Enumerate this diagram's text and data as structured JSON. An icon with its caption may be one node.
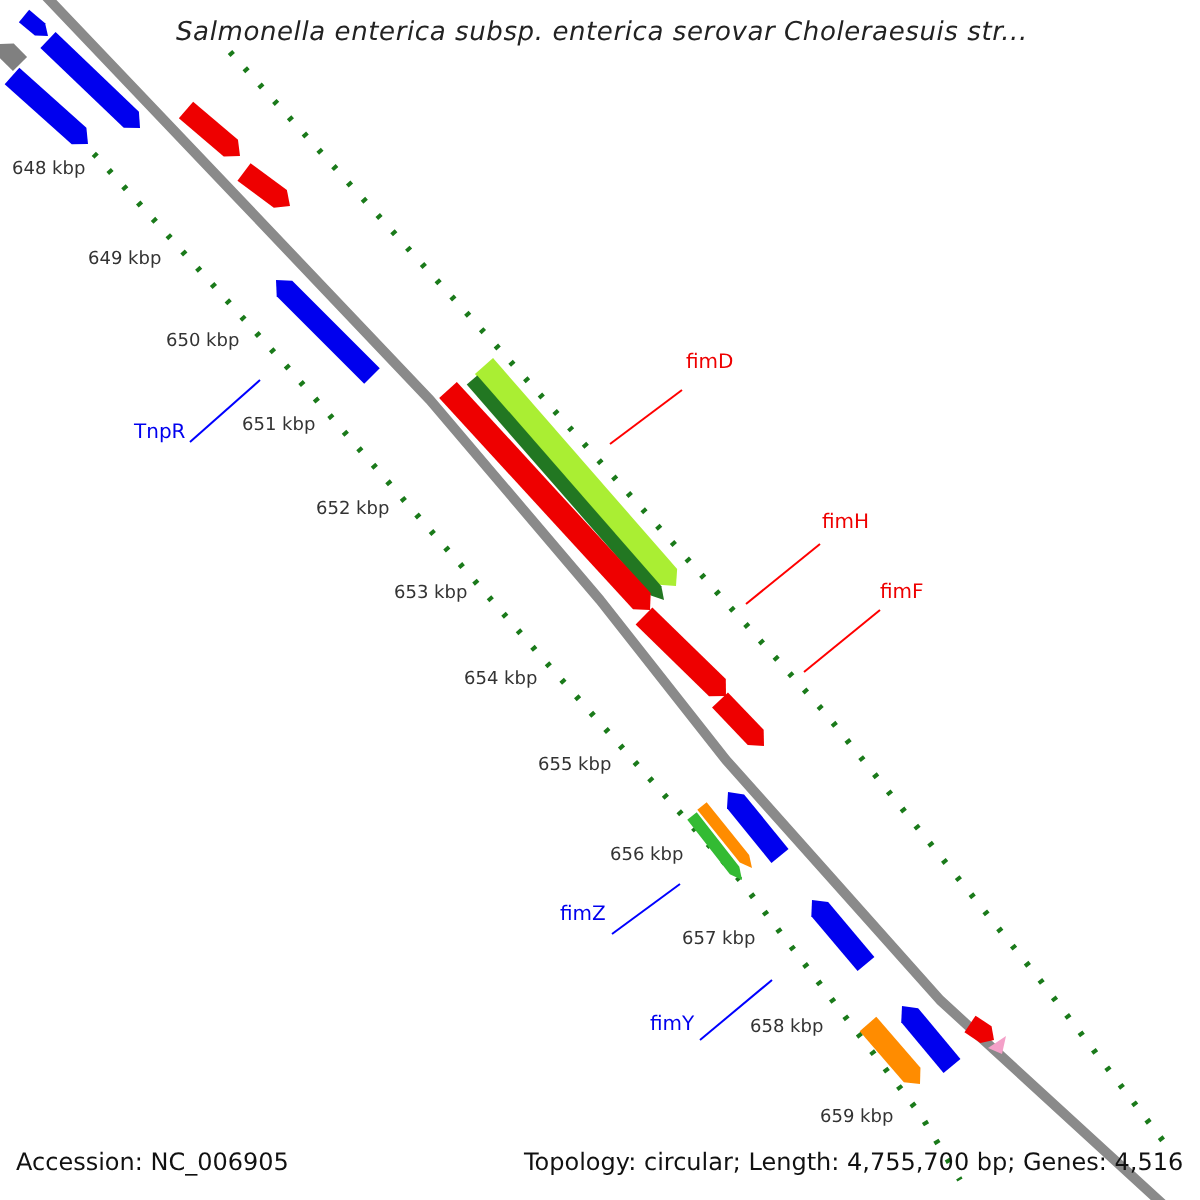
{
  "diagram": {
    "title": "Salmonella enterica subsp. enterica serovar Choleraesuis str...",
    "nodes": [
      {
        "text": [
          "TnpR"
        ]
      },
      {
        "text": [
          "fimD"
        ]
      },
      {
        "text": [
          "fimH"
        ]
      },
      {
        "text": [
          "fimF"
        ]
      },
      {
        "text": [
          "fimZ"
        ]
      },
      {
        "text": [
          "fimY"
        ]
      }
    ],
    "edges": [
      {
        "from": 0,
        "to": null,
        "arrow": "none",
        "color": "#0000ff"
      },
      {
        "from": 1,
        "to": null,
        "arrow": "none",
        "color": "#ff0000"
      },
      {
        "from": 2,
        "to": null,
        "arrow": "none",
        "color": "#ff0000"
      },
      {
        "from": 3,
        "to": null,
        "arrow": "none",
        "color": "#ff0000"
      },
      {
        "from": 4,
        "to": null,
        "arrow": "none",
        "color": "#0000ff"
      },
      {
        "from": 5,
        "to": null,
        "arrow": "none",
        "color": "#0000ff"
      }
    ],
    "labels": [
      "648 kbp",
      "649 kbp",
      "650 kbp",
      "651 kbp",
      "652 kbp",
      "653 kbp",
      "654 kbp",
      "655 kbp",
      "656 kbp",
      "657 kbp",
      "658 kbp",
      "659 kbp",
      "Accession: NC_006905",
      "Topology: circular; Length: 4,755,700 bp; Genes: 4,516"
    ]
  }
}
